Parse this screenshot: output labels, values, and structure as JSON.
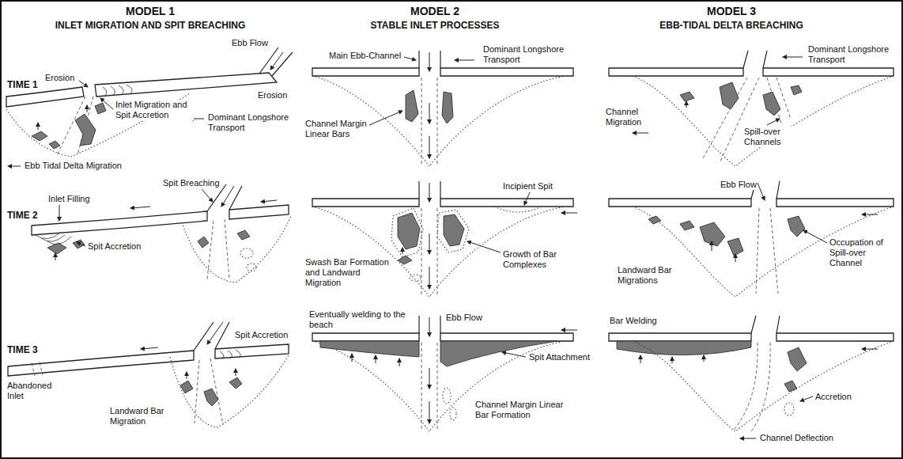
{
  "diagram": {
    "labels": [
      "MODEL 1",
      "INLET MIGRATION AND SPIT BREACHING",
      "MODEL 2",
      "STABLE INLET PROCESSES",
      "MODEL 3",
      "EBB-TIDAL DELTA BREACHING",
      "TIME 1",
      "TIME 2",
      "TIME 3",
      "Ebb Flow",
      "Erosion",
      "Erosion",
      "Inlet Migration and Spit Accretion",
      "Dominant Longshore Transport",
      "Ebb Tidal Delta Migration",
      "Spit Breaching",
      "Inlet Filling",
      "Spit Accretion",
      "Abandoned Inlet",
      "Spit Accretion",
      "Landward Bar Migration",
      "Main Ebb-Channel",
      "Dominant Longshore Transport",
      "Channel Margin Linear Bars",
      "Incipient Spit",
      "Growth of Bar Complexes",
      "Swash Bar Formation and Landward Migration",
      "Ebb Flow",
      "Eventually welding to the beach",
      "Spit Attachment",
      "Channel Margin Linear Bar Formation",
      "Dominant Longshore Transport",
      "Channel Migration",
      "Spill-over Channels",
      "Ebb Flow",
      "Occupation of Spill-over Channel",
      "Landward Bar Migrations",
      "Bar Welding",
      "Accretion",
      "Channel Deflection"
    ]
  }
}
